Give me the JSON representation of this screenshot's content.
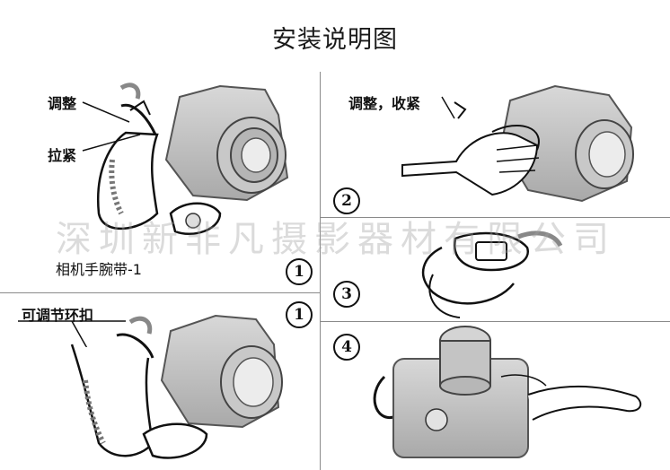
{
  "title": "安装说明图",
  "watermark": "深圳新非凡摄影器材有限公司",
  "panel1": {
    "adjust_label": "调整",
    "tighten_label": "拉紧",
    "caption": "相机手腕带-1",
    "step": "1"
  },
  "panel2": {
    "label": "调整，收紧",
    "step": "2"
  },
  "panel3": {
    "step": "3"
  },
  "panel4": {
    "step": "4"
  },
  "panel5": {
    "label": "可调节环扣",
    "step": "1"
  }
}
